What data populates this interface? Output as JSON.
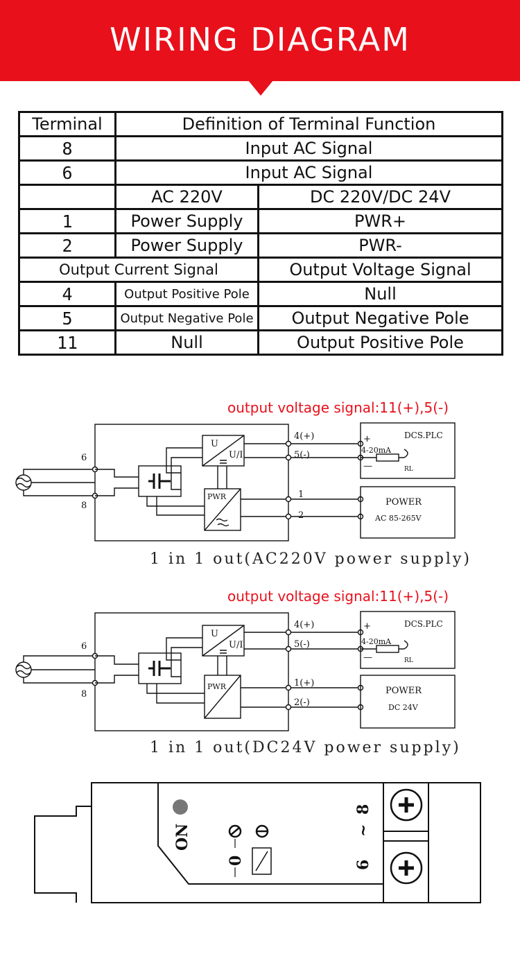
{
  "header": {
    "title": "WIRING DIAGRAM"
  },
  "table": {
    "head": {
      "c1": "Terminal",
      "c2": "Definition of Terminal Function"
    },
    "row8": {
      "num": "8",
      "def": "Input AC Signal"
    },
    "row6": {
      "num": "6",
      "def": "Input AC Signal"
    },
    "power_head": {
      "ac": "AC 220V",
      "dc": "DC 220V/DC 24V"
    },
    "row1": {
      "num": "1",
      "ac": "Power Supply",
      "dc": "PWR+"
    },
    "row2": {
      "num": "2",
      "ac": "Power Supply",
      "dc": "PWR-"
    },
    "out_head": {
      "current": "Output Current Signal",
      "voltage": "Output Voltage Signal"
    },
    "row4": {
      "num": "4",
      "current": "Output Positive Pole",
      "voltage": "Null"
    },
    "row5": {
      "num": "5",
      "current": "Output Negative Pole",
      "voltage": "Output Negative Pole"
    },
    "row11": {
      "num": "11",
      "current": "Null",
      "voltage": "Output Positive Pole"
    }
  },
  "diagram1": {
    "note": "output voltage signal:11(+),5(-)",
    "in_top": "6",
    "in_bottom": "8",
    "conv_u": "U",
    "conv_ui": "U/I",
    "pwr": "PWR",
    "out_pos": "4(+)",
    "out_neg": "5(-)",
    "p1": "1",
    "p2": "2",
    "plus": "+",
    "minus": "—",
    "dcs": "DCS.PLC",
    "ma": "4-20mA",
    "rl": "RL",
    "power": "POWER",
    "power_spec": "AC 85-265V",
    "caption": "1 in 1 out(AC220V power supply)"
  },
  "diagram2": {
    "note": "output voltage signal:11(+),5(-)",
    "in_top": "6",
    "in_bottom": "8",
    "conv_u": "U",
    "conv_ui": "U/I",
    "pwr": "PWR",
    "out_pos": "4(+)",
    "out_neg": "5(-)",
    "p1": "1(+)",
    "p2": "2(-)",
    "plus": "+",
    "minus": "—",
    "dcs": "DCS.PLC",
    "ma": "4-20mA",
    "rl": "RL",
    "power": "POWER",
    "power_spec": "DC 24V",
    "caption": "1 in 1 out(DC24V power supply)"
  },
  "device": {
    "on_label": "ON",
    "zero_label": "0",
    "term_top": "8",
    "term_sep": "~",
    "term_bottom": "6"
  },
  "colors": {
    "accent": "#e8101b",
    "line": "#111111"
  }
}
